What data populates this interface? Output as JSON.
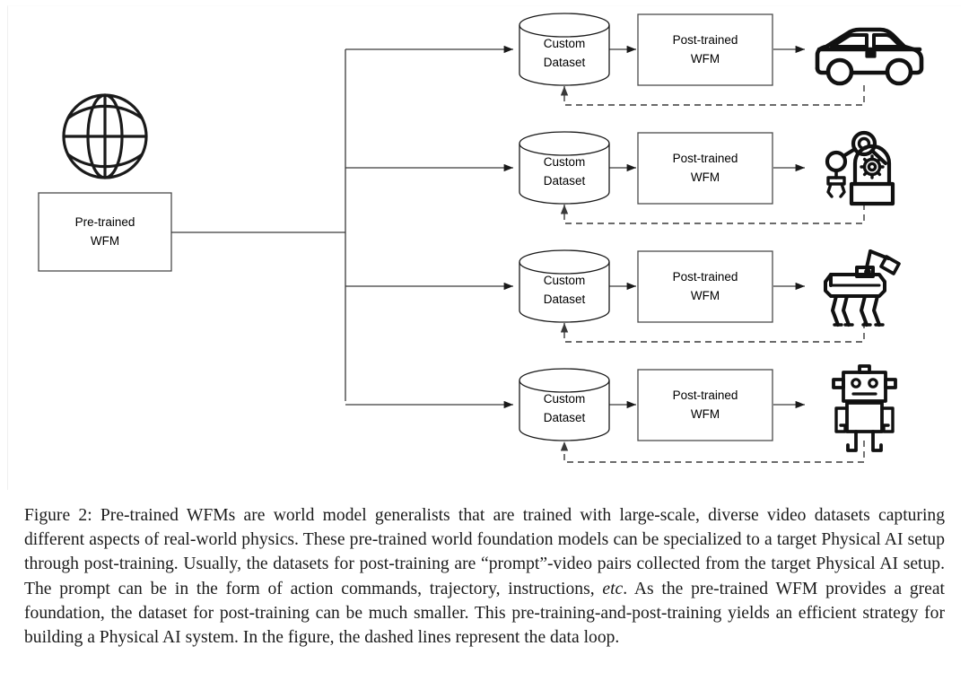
{
  "figure": {
    "id": "figure-2",
    "source_node": {
      "label": "Pre-trained\nWFM",
      "icon": "globe-icon"
    },
    "rows": [
      {
        "dataset_label": "Custom\nDataset",
        "model_label": "Post-trained\nWFM",
        "target_icon": "car-icon",
        "target_name": "autonomous-vehicle"
      },
      {
        "dataset_label": "Custom\nDataset",
        "model_label": "Post-trained\nWFM",
        "target_icon": "robot-arm-icon",
        "target_name": "robotic-manipulator"
      },
      {
        "dataset_label": "Custom\nDataset",
        "model_label": "Post-trained\nWFM",
        "target_icon": "quadruped-robot-icon",
        "target_name": "quadruped-robot"
      },
      {
        "dataset_label": "Custom\nDataset",
        "model_label": "Post-trained\nWFM",
        "target_icon": "humanoid-robot-icon",
        "target_name": "humanoid-robot"
      }
    ],
    "edges": {
      "solid_style": "solid-arrow",
      "dashed_style": "dashed-arrow",
      "dashed_meaning": "data loop"
    },
    "colors": {
      "stroke": "#1a1a1a",
      "dashed_stroke": "#3a3a3a",
      "background": "#ffffff",
      "text": "#000000"
    }
  },
  "caption": {
    "prefix": "Figure 2:",
    "part1": " Pre-trained WFMs are world model generalists that are trained with large-scale, diverse video datasets capturing different aspects of real-world physics. These pre-trained world foundation models can be specialized to a target Physical AI setup through post-training. Usually, the datasets for post-training are “prompt”-video pairs collected from the target Physical AI setup. The prompt can be in the form of action commands, trajectory, instructions, ",
    "italic": "etc",
    "part2": ". As the pre-trained WFM provides a great foundation, the dataset for post-training can be much smaller. This pre-training-and-post-training yields an efficient strategy for building a Physical AI system. In the figure, the dashed lines represent the data loop."
  }
}
